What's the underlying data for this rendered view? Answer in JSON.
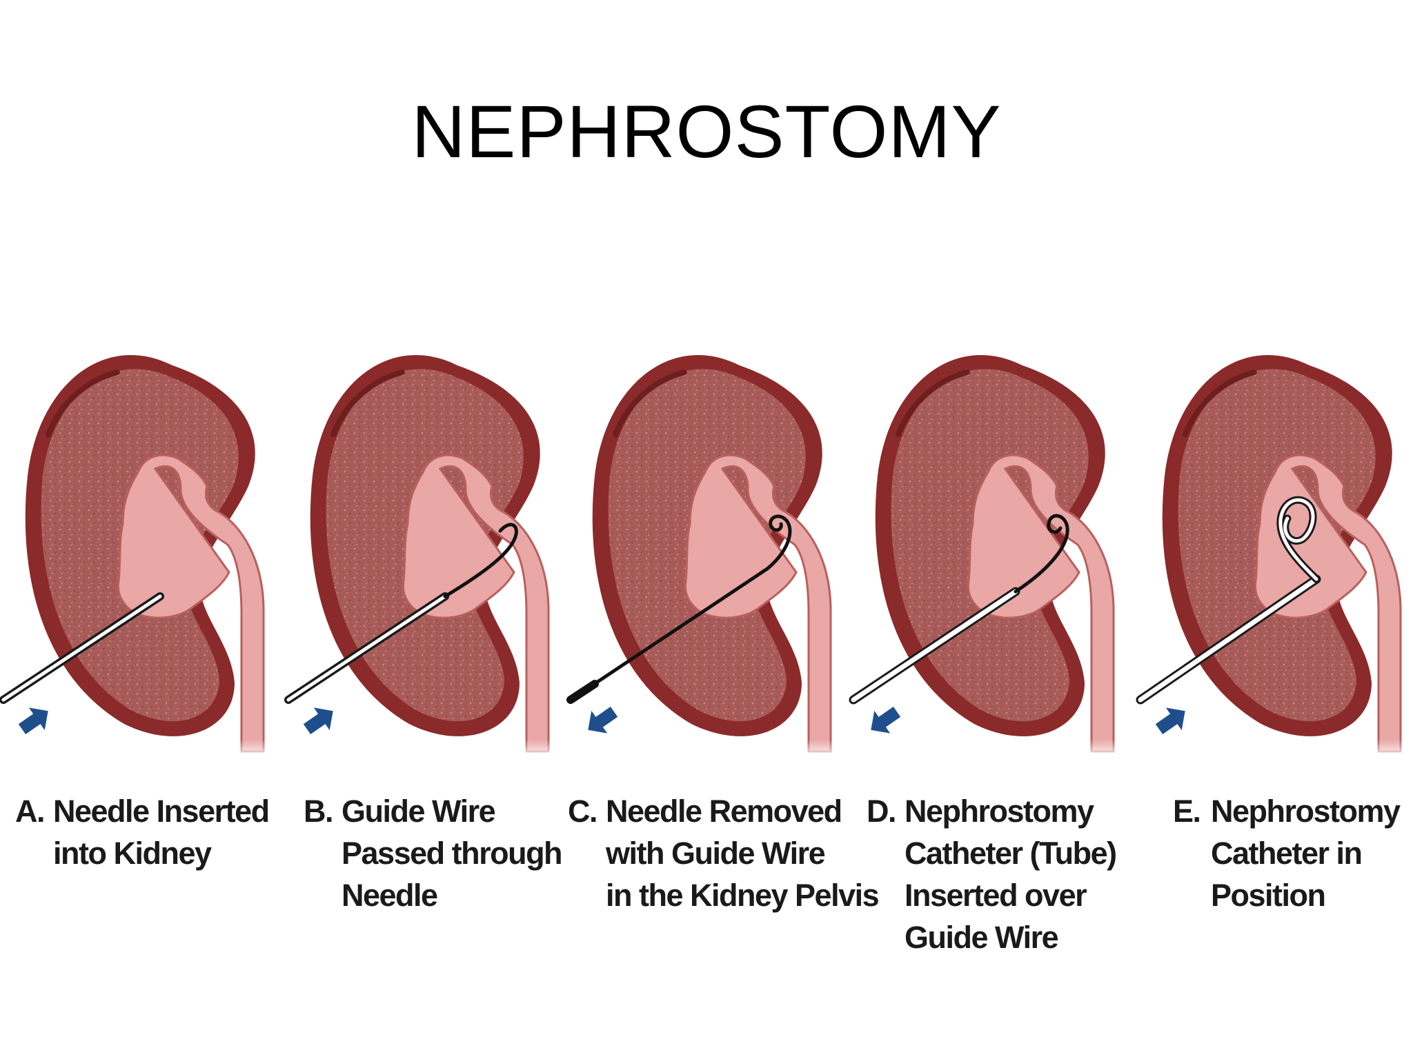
{
  "title": "NEPHROSTOMY",
  "colors": {
    "kidney_outer": "#8b2a2a",
    "kidney_inner": "#a85c5a",
    "pelvis": "#e9a7a6",
    "arrow": "#1f4e8c"
  },
  "steps": [
    {
      "letter": "A.",
      "text": "Needle Inserted\ninto Kidney",
      "stage": "needle"
    },
    {
      "letter": "B.",
      "text": "Guide Wire\nPassed through\nNeedle",
      "stage": "wire-through-needle"
    },
    {
      "letter": "C.",
      "text": "Needle Removed\nwith Guide Wire\nin the Kidney Pelvis",
      "stage": "wire-coiled"
    },
    {
      "letter": "D.",
      "text": "Nephrostomy\nCatheter (Tube)\nInserted over\nGuide Wire",
      "stage": "catheter-over-wire"
    },
    {
      "letter": "E.",
      "text": "Nephrostomy\nCatheter in\nPosition",
      "stage": "catheter-in-position"
    }
  ]
}
